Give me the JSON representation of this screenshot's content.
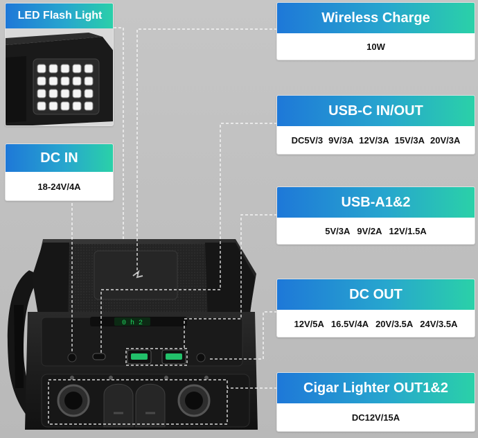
{
  "led": {
    "label": "LED Flash Light"
  },
  "dc_in": {
    "label": "DC IN",
    "spec": "18-24V/4A"
  },
  "wireless": {
    "label": "Wireless Charge",
    "spec": "10W"
  },
  "usbc": {
    "label": "USB-C IN/OUT",
    "specs": [
      "DC5V/3",
      "9V/3A",
      "12V/3A",
      "15V/3A",
      "20V/3A"
    ]
  },
  "usba": {
    "label": "USB-A1&2",
    "specs": [
      "5V/3A",
      "9V/2A",
      "12V/1.5A"
    ]
  },
  "dc_out": {
    "label": "DC OUT",
    "specs": [
      "12V/5A",
      "16.5V/4A",
      "20V/3.5A",
      "24V/3.5A"
    ]
  },
  "cigar": {
    "label": "Cigar Lighter OUT1&2",
    "spec": "DC12V/15A"
  },
  "device": {
    "display_readout": "0 h 2"
  },
  "colors": {
    "header_start": "#1e78d8",
    "header_end": "#2ad1a8",
    "device_body": "#1c1c1c",
    "usb_port": "#22c06a",
    "display": "#1ed760"
  }
}
